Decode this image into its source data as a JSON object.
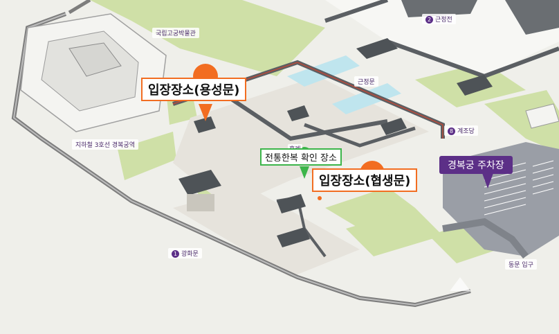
{
  "labels": {
    "museum": "국립고궁박물관",
    "geunjeongjeon": "근정전",
    "geunjeongjeon_num": "2",
    "geunjeongmun": "근정문",
    "gyejodang": "계조당",
    "gyejodang_num": "8",
    "subway": "지하철 3호선 경복궁역",
    "gwanghwamun": "광화문",
    "gwanghwamun_num": "1",
    "east_gate": "동문 입구",
    "heungnyemun_partial": "흥례"
  },
  "markers": {
    "entrance_yongseongmun": "입장장소(용성문)",
    "hanbok_check": "전통한복 확인 장소",
    "entrance_hyeopsaengmun": "입장장소(협생문)",
    "parking": "경복궁 주차장"
  },
  "colors": {
    "orange": "#f26d21",
    "green": "#3cb54a",
    "purple": "#5c2f87",
    "grass": "#c9dca0",
    "ground": "#eeeeea",
    "plaza": "#e7e4dc",
    "wall": "#8a8a8a",
    "roof": "#555a5e",
    "parking_lot": "#9a9ea6"
  }
}
